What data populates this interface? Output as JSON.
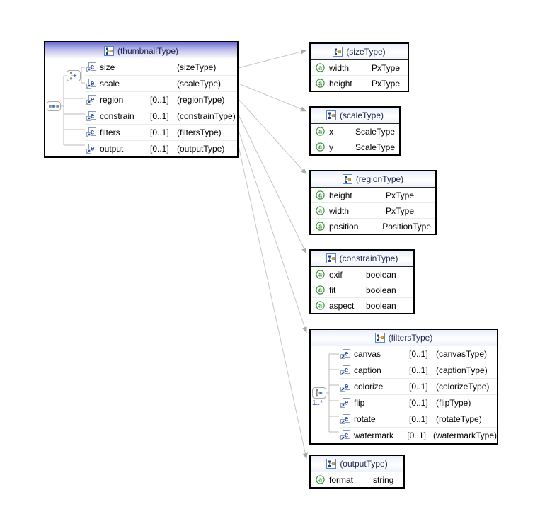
{
  "main": {
    "title": "(thumbnailType)",
    "compositor": "sequence",
    "rows": [
      {
        "name": "size",
        "card": "",
        "type": "(sizeType)"
      },
      {
        "name": "scale",
        "card": "",
        "type": "(scaleType)"
      },
      {
        "name": "region",
        "card": "[0..1]",
        "type": "(regionType)"
      },
      {
        "name": "constrain",
        "card": "[0..1]",
        "type": "(constrainType)"
      },
      {
        "name": "filters",
        "card": "[0..1]",
        "type": "(filtersType)"
      },
      {
        "name": "output",
        "card": "[0..1]",
        "type": "(outputType)"
      }
    ]
  },
  "size_type": {
    "title": "(sizeType)",
    "rows": [
      {
        "name": "width",
        "type": "PxType"
      },
      {
        "name": "height",
        "type": "PxType"
      }
    ]
  },
  "scale_type": {
    "title": "(scaleType)",
    "rows": [
      {
        "name": "x",
        "type": "ScaleType"
      },
      {
        "name": "y",
        "type": "ScaleType"
      }
    ]
  },
  "region_type": {
    "title": "(regionType)",
    "rows": [
      {
        "name": "height",
        "type": "PxType"
      },
      {
        "name": "width",
        "type": "PxType"
      },
      {
        "name": "position",
        "type": "PositionType"
      }
    ]
  },
  "constrain_type": {
    "title": "(constrainType)",
    "rows": [
      {
        "name": "exif",
        "type": "boolean"
      },
      {
        "name": "fit",
        "type": "boolean"
      },
      {
        "name": "aspect",
        "type": "boolean"
      }
    ]
  },
  "filters_type": {
    "title": "(filtersType)",
    "occurs": "1..*",
    "compositor": "choice",
    "rows": [
      {
        "name": "canvas",
        "card": "[0..1]",
        "type": "(canvasType)"
      },
      {
        "name": "caption",
        "card": "[0..1]",
        "type": "(captionType)"
      },
      {
        "name": "colorize",
        "card": "[0..1]",
        "type": "(colorizeType)"
      },
      {
        "name": "flip",
        "card": "[0..1]",
        "type": "(flipType)"
      },
      {
        "name": "rotate",
        "card": "[0..1]",
        "type": "(rotateType)"
      },
      {
        "name": "watermark",
        "card": "[0..1]",
        "type": "(watermarkType)"
      }
    ]
  },
  "output_type": {
    "title": "(outputType)",
    "rows": [
      {
        "name": "format",
        "type": "string"
      }
    ]
  },
  "colors": {
    "selected_header_top": "#6e6ed2",
    "sub_header_tint": "#e9eef9",
    "box_border": "#000000",
    "connector_line": "#c6c6c6",
    "connector_arrow": "#a8a8a8",
    "element_icon_blue": "#1d4fb8",
    "attribute_icon_green": "#2e8b2e",
    "complex_icon_orange": "#e8a33d",
    "occurs_text_blue": "#2a41c8"
  }
}
